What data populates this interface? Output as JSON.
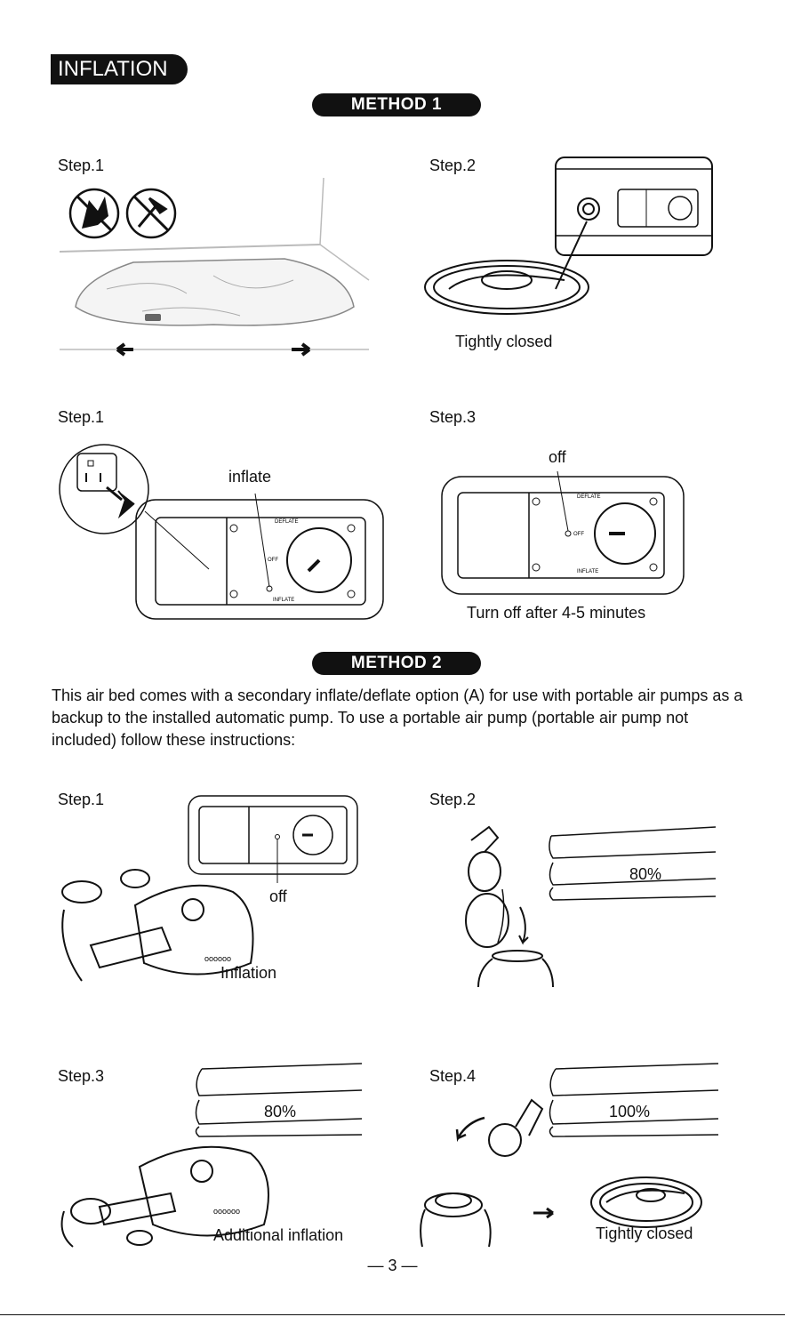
{
  "header": {
    "title": "INFLATION"
  },
  "method1": {
    "label": "METHOD 1",
    "step_a": "Step.1",
    "step_b": "Step.2",
    "step_b_caption": "Tightly closed",
    "step_c": "Step.1",
    "step_c_label": "inflate",
    "step_d": "Step.3",
    "step_d_label": "off",
    "step_d_caption": "Turn off after 4-5 minutes"
  },
  "method2": {
    "label": "METHOD 2",
    "paragraph": "This air bed comes with a secondary inflate/deflate option (A) for use with portable air pumps as a backup to the installed automatic pump. To use a portable air pump (portable air pump not included) follow these instructions:",
    "step1": "Step.1",
    "step1_label_off": "off",
    "step1_label_inflation": "Inflation",
    "step2": "Step.2",
    "step2_percent": "80%",
    "step3": "Step.3",
    "step3_percent": "80%",
    "step3_label": "Additional inflation",
    "step4": "Step.4",
    "step4_percent": "100%",
    "step4_caption": "Tightly closed"
  },
  "panel_labels": {
    "deflate": "DEFLATE",
    "inflate": "INFLATE",
    "off": "OFF"
  },
  "footer": {
    "page_number": "3",
    "dash": "—"
  }
}
